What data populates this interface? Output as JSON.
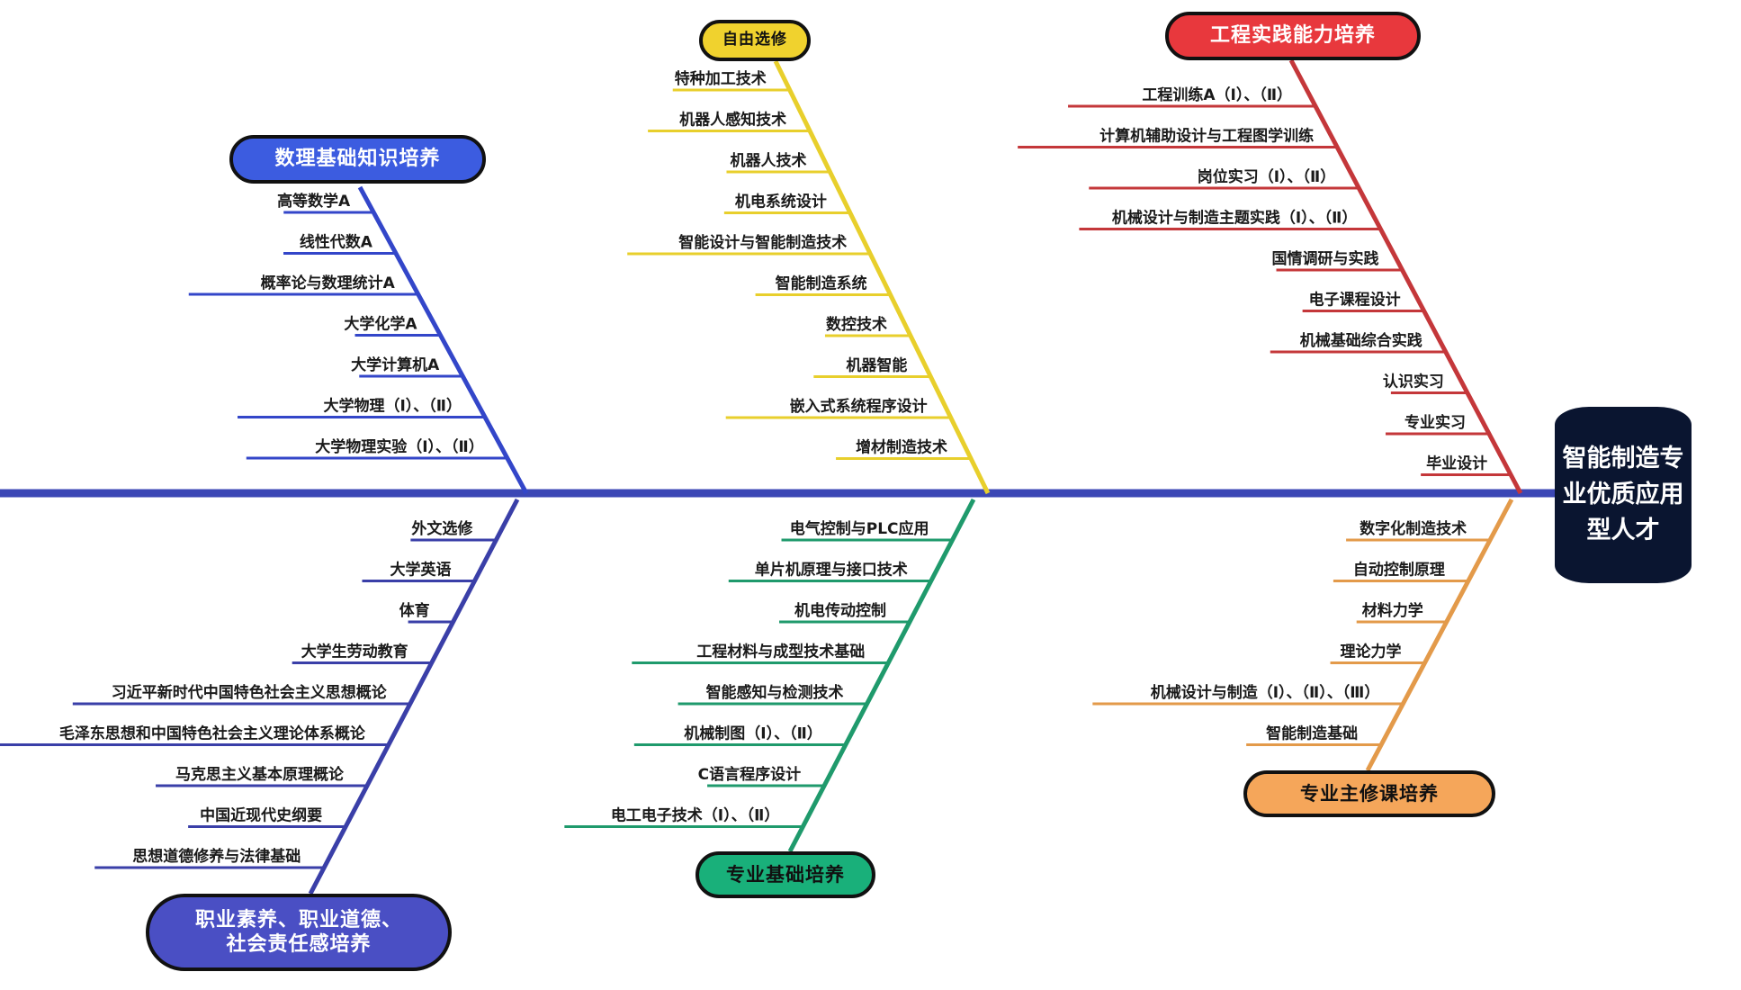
{
  "head": {
    "text": "智能制造专业优质应用型人才"
  },
  "spine": {
    "color": "#3b47b5"
  },
  "branches": [
    {
      "id": "math",
      "title": "数理基础知识培养",
      "color": "#3346c9",
      "title_fill": "#3c5ce0",
      "title_text_color": "#ffffff",
      "items": [
        "高等数学A",
        "线性代数A",
        "概率论与数理统计A",
        "大学化学A",
        "大学计算机A",
        "大学物理（Ⅰ）、（Ⅱ）",
        "大学物理实验（Ⅰ）、（Ⅱ）"
      ]
    },
    {
      "id": "elective",
      "title": "自由选修",
      "color": "#e8cf2c",
      "title_fill": "#f0d22e",
      "title_text_color": "#111111",
      "items": [
        "特种加工技术",
        "机器人感知技术",
        "机器人技术",
        "机电系统设计",
        "智能设计与智能制造技术",
        "智能制造系统",
        "数控技术",
        "机器智能",
        "嵌入式系统程序设计",
        "增材制造技术"
      ]
    },
    {
      "id": "practice",
      "title": "工程实践能力培养",
      "color": "#c4373a",
      "title_fill": "#e8383d",
      "title_text_color": "#ffffff",
      "items": [
        "工程训练A（Ⅰ）、（Ⅱ）",
        "计算机辅助设计与工程图学训练",
        "岗位实习（Ⅰ）、（Ⅱ）",
        "机械设计与制造主题实践（Ⅰ）、（Ⅱ）",
        "国情调研与实践",
        "电子课程设计",
        "机械基础综合实践",
        "认识实习",
        "专业实习",
        "毕业设计"
      ]
    },
    {
      "id": "quality",
      "title": "职业素养、职业道德、社会责任感培养",
      "color": "#3a3fa8",
      "title_fill": "#4a4fc4",
      "title_text_color": "#ffffff",
      "items": [
        "外文选修",
        "大学英语",
        "体育",
        "大学生劳动教育",
        "习近平新时代中国特色社会主义思想概论",
        "毛泽东思想和中国特色社会主义理论体系概论",
        "马克思主义基本原理概论",
        "中国近现代史纲要",
        "思想道德修养与法律基础"
      ]
    },
    {
      "id": "foundation",
      "title": "专业基础培养",
      "color": "#1f9a6c",
      "title_fill": "#19b07a",
      "title_text_color": "#111111",
      "items": [
        "电气控制与PLC应用",
        "单片机原理与接口技术",
        "机电传动控制",
        "工程材料与成型技术基础",
        "智能感知与检测技术",
        "机械制图（Ⅰ）、（Ⅱ）",
        "C语言程序设计",
        "电工电子技术（Ⅰ）、（Ⅱ）"
      ]
    },
    {
      "id": "major",
      "title": "专业主修课培养",
      "color": "#e39a4a",
      "title_fill": "#f5a65a",
      "title_text_color": "#111111",
      "items": [
        "数字化制造技术",
        "自动控制原理",
        "材料力学",
        "理论力学",
        "机械设计与制造（Ⅰ）、（Ⅱ）、（Ⅲ）",
        "智能制造基础"
      ]
    }
  ]
}
